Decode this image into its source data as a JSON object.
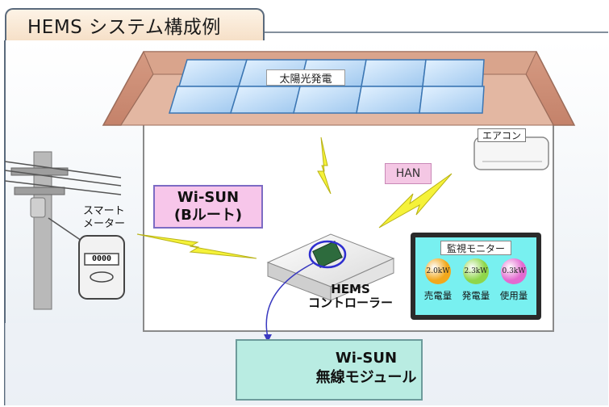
{
  "title": "HEMS システム構成例",
  "labels": {
    "solar": "太陽光発電",
    "aircon": "エアコン",
    "han": "HAN",
    "wisun_b_line1": "Wi-SUN",
    "wisun_b_line2": "(Bルート)",
    "smart_meter_line1": "スマート",
    "smart_meter_line2": "メーター",
    "meter_digits": "0000",
    "hems_line1": "HEMS",
    "hems_line2": "コントローラー",
    "module_line1": "Wi-SUN",
    "module_line2": "無線モジュール"
  },
  "monitor": {
    "title": "監視モニター",
    "gauges": [
      {
        "value": "2.0kW",
        "label": "売電量",
        "color": "#f2a81c"
      },
      {
        "value": "2.3kW",
        "label": "発電量",
        "color": "#8fd64a"
      },
      {
        "value": "0.3kW",
        "label": "使用量",
        "color": "#e36ad0"
      }
    ]
  },
  "colors": {
    "title_border": "#5a6a7c",
    "wisun_fill": "#f7c6ea",
    "wisun_border": "#7c6bc4",
    "monitor_screen": "#78f0f0",
    "module_fill": "#b9ece2",
    "lightning": "#f5f23a"
  }
}
